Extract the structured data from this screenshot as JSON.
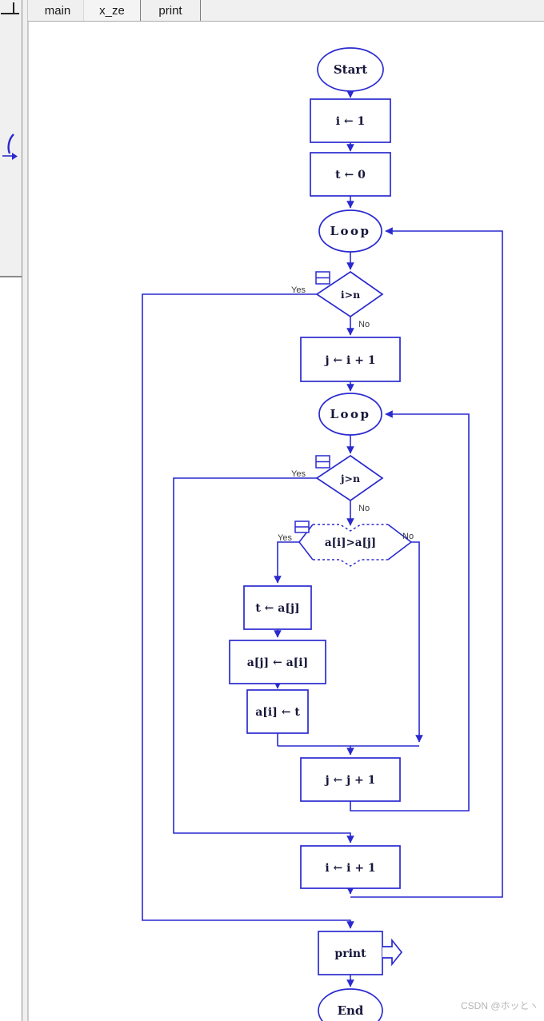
{
  "tabbar": {
    "tabs": [
      {
        "label": "main"
      },
      {
        "label": "x_ze"
      },
      {
        "label": "print"
      }
    ],
    "active_tab": "x_ze"
  },
  "flowchart": {
    "nodes": {
      "start": "Start",
      "init_i": "i ← 1",
      "init_t": "t ← 0",
      "outer_loop": "Loop",
      "outer_cond": "i>n",
      "init_j": "j ← i + 1",
      "inner_loop": "Loop",
      "inner_cond": "j>n",
      "swap_cond": "a[i]>a[j]",
      "swap_t": "t ← a[j]",
      "swap_aj": "a[j] ← a[i]",
      "swap_ai": "a[i] ← t",
      "inc_j": "j ← j + 1",
      "inc_i": "i ← i + 1",
      "print_call": "print",
      "end": "End"
    },
    "branch_labels": {
      "yes": "Yes",
      "no": "No"
    },
    "colors": {
      "flow_line": "#2a2ad0",
      "node_text": "#16163a",
      "branch_label": "#3a3a3a"
    }
  },
  "watermark": "CSDN @ホッとヽ",
  "colors": {
    "panel_bg": "#f0f0f0",
    "canvas_bg": "#ffffff",
    "watermark": "#b6b6b6"
  }
}
